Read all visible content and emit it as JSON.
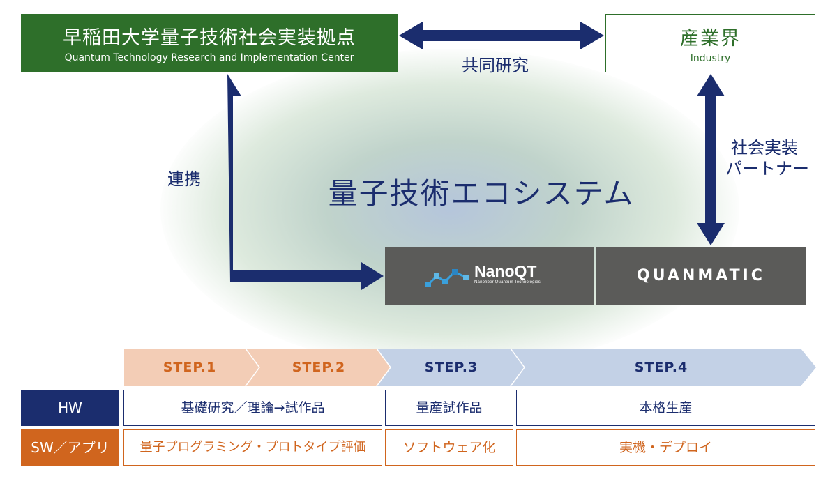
{
  "center": {
    "title_ja": "早稲田大学量子技術社会実装拠点",
    "title_en": "Quantum Technology Research and Implementation Center"
  },
  "industry": {
    "title_ja": "産業界",
    "title_en": "Industry"
  },
  "labels": {
    "joint_research": "共同研究",
    "collaboration": "連携",
    "social_impl_line1": "社会実装",
    "social_impl_line2": "パートナー"
  },
  "ecosystem_title": "量子技術エコシステム",
  "companies": {
    "nanoqt": {
      "name": "NanoQT",
      "sub": "Nanofiber Quantum Technologies"
    },
    "quanmatic": {
      "name": "QUANMATIC"
    }
  },
  "steps": [
    "STEP.1",
    "STEP.2",
    "STEP.3",
    "STEP.4"
  ],
  "rows": {
    "hw": {
      "label": "HW",
      "cells": [
        "基礎研究／理論→試作品",
        "量産試作品",
        "本格生産"
      ]
    },
    "sw": {
      "label": "SW／アプリ",
      "cells": [
        "量子プログラミング・プロトタイプ評価",
        "ソフトウェア化",
        "実機・デプロイ"
      ]
    }
  },
  "colors": {
    "navy": "#1b2d6e",
    "green": "#2e6f2a",
    "orange": "#d0651e",
    "gray": "#5b5b59",
    "step_orange_bg": "#f3cdb6",
    "step_blue_bg": "#c3d1e6",
    "nanoqt_blue": "#3aa0dc"
  }
}
